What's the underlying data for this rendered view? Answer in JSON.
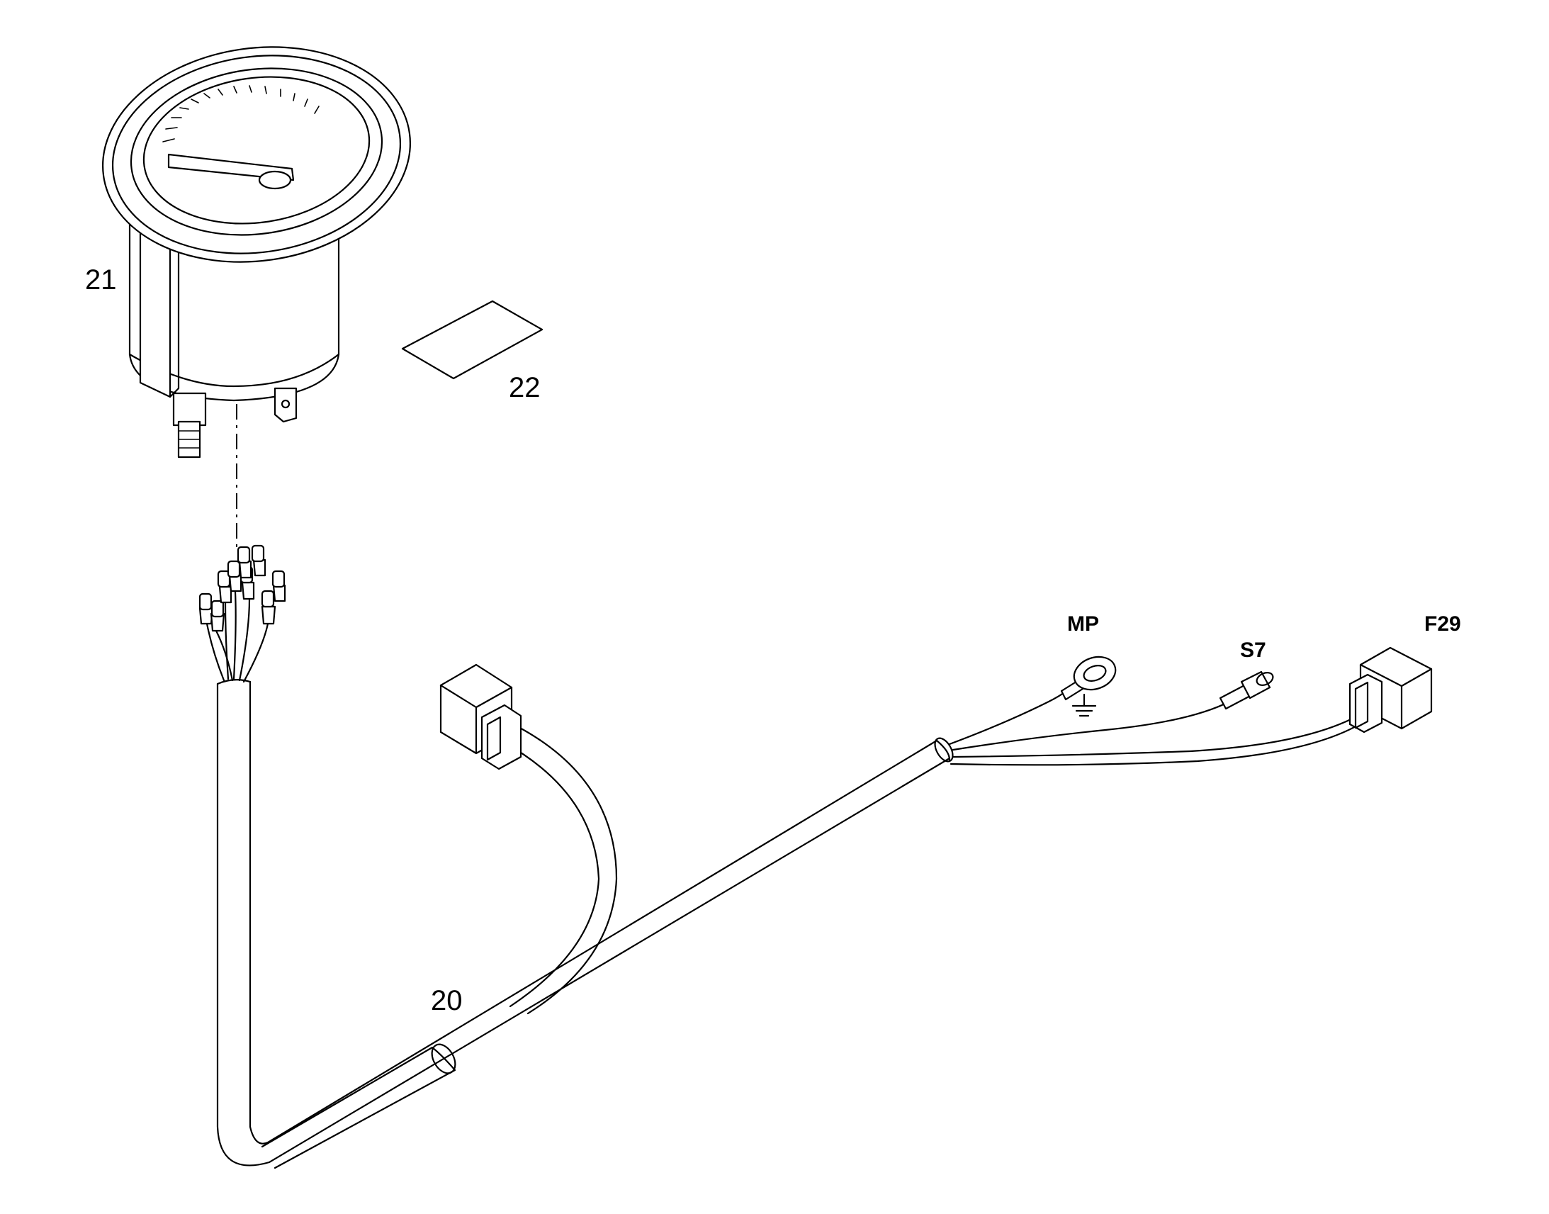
{
  "callouts": {
    "harness": "20",
    "gauge": "21",
    "label": "22"
  },
  "connectors": {
    "mp": "MP",
    "s7": "S7",
    "f29": "F29"
  }
}
